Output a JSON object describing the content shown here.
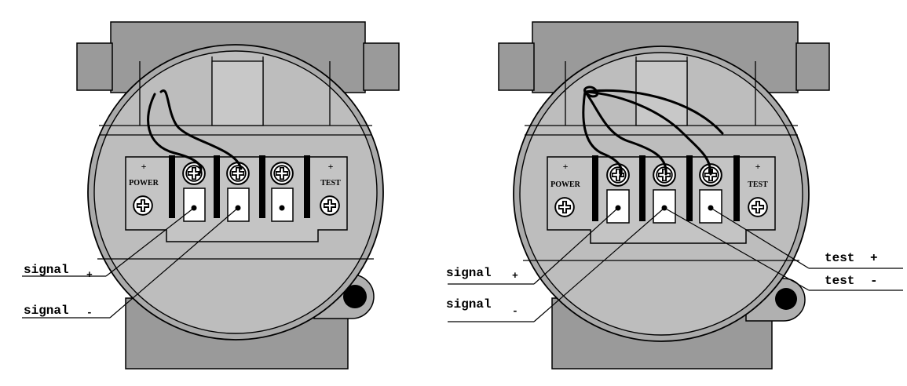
{
  "colors": {
    "housing": "#9a9a9a",
    "face": "#bdbdbd",
    "panel": "#c4c4c4",
    "terminal": "#ffffff",
    "line": "#000000"
  },
  "left_unit": {
    "terminal_block": {
      "power_plus": "+",
      "power_label": "POWER",
      "test_plus": "+",
      "test_label": "TEST"
    },
    "callouts": {
      "signal_plus": {
        "text": "signal",
        "sign": "+"
      },
      "signal_minus": {
        "text": "signal",
        "sign": "-"
      }
    }
  },
  "right_unit": {
    "terminal_block": {
      "power_plus": "+",
      "power_label": "POWER",
      "test_plus": "+",
      "test_label": "TEST"
    },
    "callouts": {
      "signal_plus": {
        "text": "signal",
        "sign": "+"
      },
      "signal_minus": {
        "text": "signal",
        "sign": "-"
      },
      "test_plus": {
        "text": "test",
        "sign": "+"
      },
      "test_minus": {
        "text": "test",
        "sign": "-"
      }
    }
  }
}
